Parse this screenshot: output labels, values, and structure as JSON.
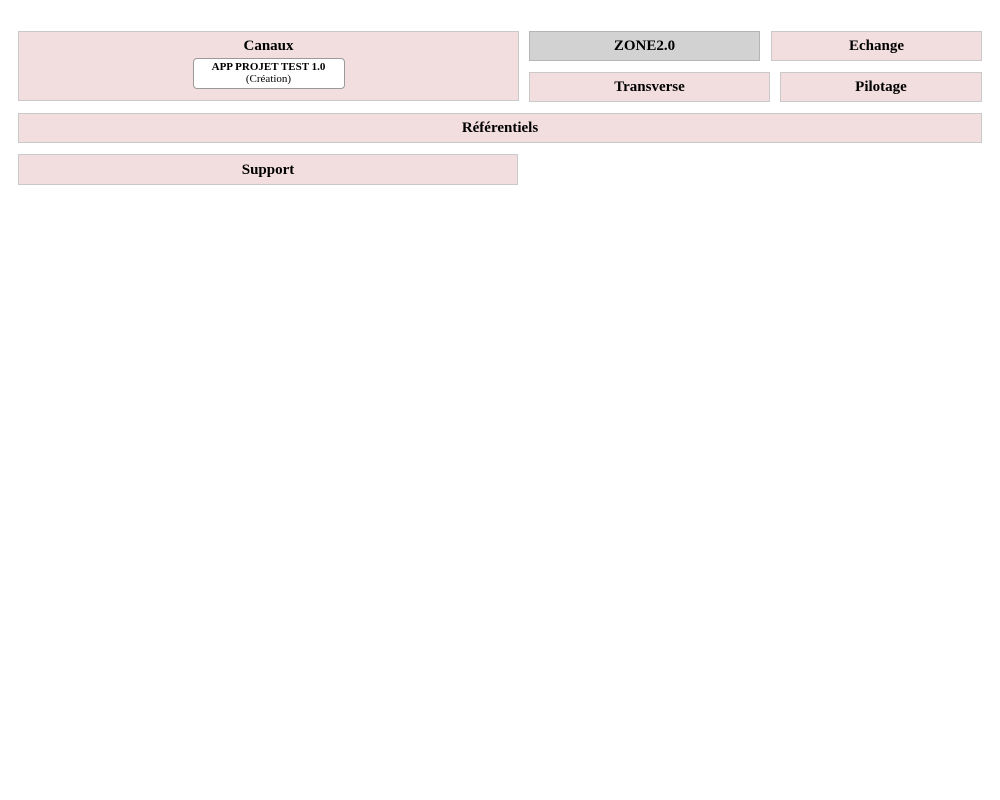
{
  "colors": {
    "zone_fill_pink": "#f2dede",
    "zone_border_pink": "#c9c9c9",
    "zone_fill_gray": "#d2d2d2",
    "zone_border_gray": "#b5b5b5",
    "app_card_fill": "#ffffff",
    "app_card_border": "#9a9a9a",
    "text": "#000000",
    "page_background": "#ffffff"
  },
  "zones": {
    "canaux": {
      "label": "Canaux"
    },
    "zone2": {
      "label": "ZONE2.0"
    },
    "echange": {
      "label": "Echange"
    },
    "transverse": {
      "label": "Transverse"
    },
    "pilotage": {
      "label": "Pilotage"
    },
    "referentiels": {
      "label": "Référentiels"
    },
    "support": {
      "label": "Support"
    }
  },
  "app": {
    "title": "APP PROJET TEST 1.0",
    "subtitle": "(Création)"
  }
}
